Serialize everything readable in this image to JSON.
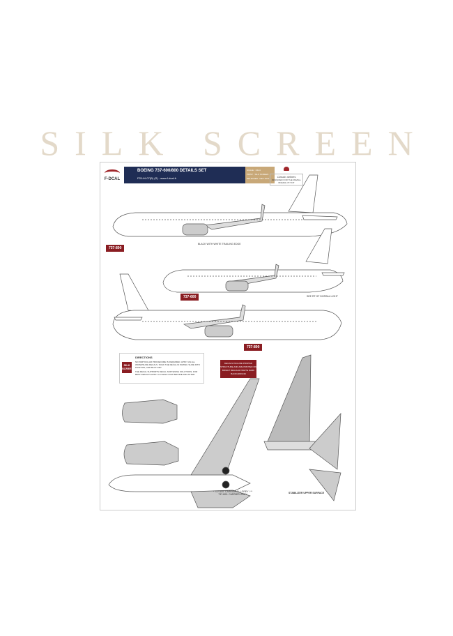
{
  "heading": "SILK SCREEN",
  "banner": {
    "brand": "F-DCAL",
    "title": "BOEING 737-600/800 DETAILS SET",
    "subtitle": "FD144-07(B) (S) - www.f-dcal.fr",
    "meta": [
      "SCALE : 1/144",
      "PRINT : SILK SCREEN",
      "RELEASED : DEC 2013"
    ]
  },
  "carrier": {
    "name": "Classic airlines",
    "note": "DESIGNED FOR THE REVELL BOEING 737 KIT"
  },
  "variants": {
    "top": "737-800",
    "middle": "737-600",
    "bottom": "737-800"
  },
  "callouts": {
    "winglet": "BLACK WITH WHITE TRAILING EDGE",
    "dorsal": "SEE RT OF DORSAL LIGHT"
  },
  "directions": {
    "badge": "SILK SCREEN",
    "title": "DIRECTIONS",
    "p1": "NO PARTICULAR PROCEDURE IS REQUIRED. APPLY AS ALL WATERSLIDE DECALS. SOAK THE DECAL IN WATER, SLIDE INTO POSITION, AND BLOT DRY.",
    "p2": "THE DECAL SUPPORTS DECAL SOFTENING SOLUTIONS. FOR BEST RESULTS APPLY A CLEAR COAT BEFORE AND AFTER."
  },
  "notice": "DECALS INCLUDE PRINTED STRUCTURE AND ARE PRINTED ON BRIGHT REGULAR WHITE DARK BACKGROUND",
  "footnotes": {
    "gear": "* 737-600: CARRIER ALL GREY / ** 737-800: CARRIER GREY",
    "stab": "STABILIZER UPPER SURFACE"
  }
}
